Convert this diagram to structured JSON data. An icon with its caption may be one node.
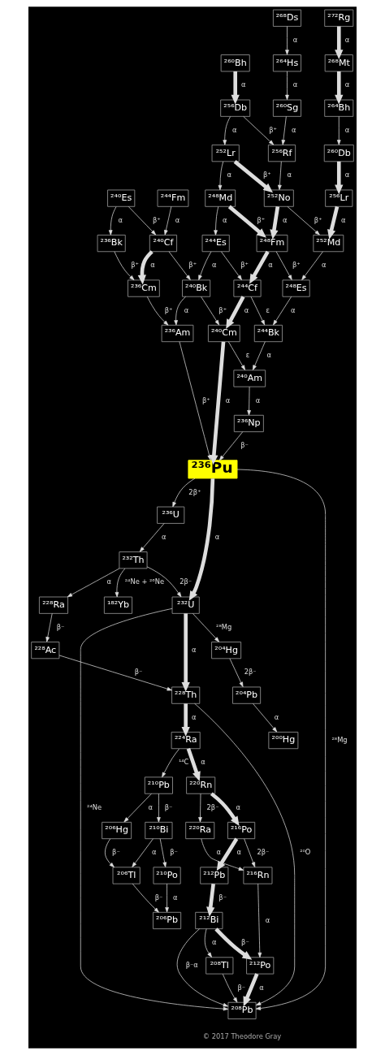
{
  "diagram": {
    "nodes": [
      {
        "text": [
          "²⁶⁸Ds"
        ]
      },
      {
        "text": [
          "²⁷²Rg"
        ]
      },
      {
        "text": [
          "²⁶⁰Bh"
        ]
      },
      {
        "text": [
          "²⁶⁴Hs"
        ]
      },
      {
        "text": [
          "²⁶⁸Mt"
        ]
      },
      {
        "text": [
          "²⁵⁶Db"
        ]
      },
      {
        "text": [
          "²⁶⁰Sg"
        ]
      },
      {
        "text": [
          "²⁶⁴Bh"
        ]
      },
      {
        "text": [
          "²⁵²Lr"
        ]
      },
      {
        "text": [
          "²⁵⁶Rf"
        ]
      },
      {
        "text": [
          "²⁶⁰Db"
        ]
      },
      {
        "text": [
          "²⁴⁰Es"
        ]
      },
      {
        "text": [
          "²⁴⁴Fm"
        ]
      },
      {
        "text": [
          "²⁴⁸Md"
        ]
      },
      {
        "text": [
          "²⁵²No"
        ]
      },
      {
        "text": [
          "²⁵⁶Lr"
        ]
      },
      {
        "text": [
          "²³⁶Bk"
        ]
      },
      {
        "text": [
          "²⁴⁰Cf"
        ]
      },
      {
        "text": [
          "²⁴⁴Es"
        ]
      },
      {
        "text": [
          "²⁴⁸Fm"
        ]
      },
      {
        "text": [
          "²⁵²Md"
        ]
      },
      {
        "text": [
          "²³⁶Cm"
        ]
      },
      {
        "text": [
          "²⁴⁰Bk"
        ]
      },
      {
        "text": [
          "²⁴⁴Cf"
        ]
      },
      {
        "text": [
          "²⁴⁸Es"
        ]
      },
      {
        "text": [
          "²³⁶Am"
        ]
      },
      {
        "text": [
          "²⁴⁰Cm"
        ]
      },
      {
        "text": [
          "²⁴⁴Bk"
        ]
      },
      {
        "text": [
          "²⁴⁰Am"
        ]
      },
      {
        "text": [
          "²³⁶Np"
        ]
      },
      {
        "text": [
          "²³⁶Pu"
        ]
      },
      {
        "text": [
          "²³⁶U"
        ]
      },
      {
        "text": [
          "²³²Th"
        ]
      },
      {
        "text": [
          "¹⁸²Yb"
        ]
      },
      {
        "text": [
          "²²⁸Ra"
        ]
      },
      {
        "text": [
          "²³²U"
        ]
      },
      {
        "text": [
          "²²⁸Ac"
        ]
      },
      {
        "text": [
          "²⁰⁴Hg"
        ]
      },
      {
        "text": [
          "²⁰⁴Pb"
        ]
      },
      {
        "text": [
          "²²⁸Th"
        ]
      },
      {
        "text": [
          "²⁰⁰Hg"
        ]
      },
      {
        "text": [
          "²²⁴Ra"
        ]
      },
      {
        "text": [
          "²¹⁰Pb"
        ]
      },
      {
        "text": [
          "²²⁰Rn"
        ]
      },
      {
        "text": [
          "²¹⁰Bi"
        ]
      },
      {
        "text": [
          "²⁰⁶Hg"
        ]
      },
      {
        "text": [
          "²²⁰Ra"
        ]
      },
      {
        "text": [
          "²¹⁶Po"
        ]
      },
      {
        "text": [
          "²¹⁰Po"
        ]
      },
      {
        "text": [
          "²⁰⁶Tl"
        ]
      },
      {
        "text": [
          "²¹⁶Rn"
        ]
      },
      {
        "text": [
          "²¹²Pb"
        ]
      },
      {
        "text": [
          "²⁰⁶Pb"
        ]
      },
      {
        "text": [
          "²¹²Bi"
        ]
      },
      {
        "text": [
          "²¹²Po"
        ]
      },
      {
        "text": [
          "²⁰⁸Tl"
        ]
      },
      {
        "text": [
          "²⁰⁸Pb"
        ]
      }
    ],
    "edges": [
      {
        "from": 0,
        "to": 3,
        "arrow": "to",
        "label": "α"
      },
      {
        "from": 1,
        "to": 4,
        "arrow": "to",
        "label": "α",
        "style": "thick"
      },
      {
        "from": 2,
        "to": 5,
        "arrow": "to",
        "label": "α",
        "style": "thick"
      },
      {
        "from": 3,
        "to": 6,
        "arrow": "to",
        "label": "α"
      },
      {
        "from": 4,
        "to": 7,
        "arrow": "to",
        "label": "α",
        "style": "thick"
      },
      {
        "from": 5,
        "to": 8,
        "arrow": "to",
        "label": "α"
      },
      {
        "from": 5,
        "to": 9,
        "arrow": "to",
        "label": "β⁺"
      },
      {
        "from": 6,
        "to": 9,
        "arrow": "to",
        "label": "α"
      },
      {
        "from": 7,
        "to": 10,
        "arrow": "to",
        "label": "α"
      },
      {
        "from": 8,
        "to": 13,
        "arrow": "to",
        "label": "α"
      },
      {
        "from": 8,
        "to": 14,
        "arrow": "to",
        "label": "β⁺",
        "style": "thick"
      },
      {
        "from": 9,
        "to": 14,
        "arrow": "to",
        "label": "α"
      },
      {
        "from": 10,
        "to": 15,
        "arrow": "to",
        "label": "α",
        "style": "thick"
      },
      {
        "from": 11,
        "to": 16,
        "arrow": "to",
        "label": "α"
      },
      {
        "from": 11,
        "to": 17,
        "arrow": "to",
        "label": "β⁺"
      },
      {
        "from": 12,
        "to": 17,
        "arrow": "to",
        "label": "α"
      },
      {
        "from": 13,
        "to": 18,
        "arrow": "to",
        "label": "α"
      },
      {
        "from": 13,
        "to": 19,
        "arrow": "to",
        "label": "β⁺",
        "style": "thick"
      },
      {
        "from": 14,
        "to": 19,
        "arrow": "to",
        "label": "α",
        "style": "thick"
      },
      {
        "from": 14,
        "to": 20,
        "arrow": "to",
        "label": "β⁺"
      },
      {
        "from": 15,
        "to": 20,
        "arrow": "to",
        "label": "α",
        "style": "thick"
      },
      {
        "from": 16,
        "to": 21,
        "arrow": "to",
        "label": "β⁺"
      },
      {
        "from": 17,
        "to": 21,
        "arrow": "to",
        "label": "α",
        "style": "thick"
      },
      {
        "from": 17,
        "to": 22,
        "arrow": "to",
        "label": "β⁺"
      },
      {
        "from": 18,
        "to": 22,
        "arrow": "to",
        "label": "α"
      },
      {
        "from": 18,
        "to": 23,
        "arrow": "to",
        "label": "β⁺"
      },
      {
        "from": 19,
        "to": 23,
        "arrow": "to",
        "label": "α",
        "style": "thick"
      },
      {
        "from": 19,
        "to": 24,
        "arrow": "to",
        "label": "β⁺"
      },
      {
        "from": 20,
        "to": 24,
        "arrow": "to",
        "label": "α"
      },
      {
        "from": 21,
        "to": 25,
        "arrow": "to",
        "label": "β⁺"
      },
      {
        "from": 22,
        "to": 25,
        "arrow": "to",
        "label": "α"
      },
      {
        "from": 22,
        "to": 26,
        "arrow": "to",
        "label": "β⁺"
      },
      {
        "from": 23,
        "to": 26,
        "arrow": "to",
        "label": "α",
        "style": "thick"
      },
      {
        "from": 23,
        "to": 27,
        "arrow": "to",
        "label": "ε"
      },
      {
        "from": 24,
        "to": 27,
        "arrow": "to",
        "label": "α"
      },
      {
        "from": 25,
        "to": 30,
        "arrow": "to",
        "label": "β⁺"
      },
      {
        "from": 26,
        "to": 30,
        "arrow": "to",
        "label": "α",
        "style": "thick"
      },
      {
        "from": 26,
        "to": 28,
        "arrow": "to",
        "label": "ε"
      },
      {
        "from": 27,
        "to": 28,
        "arrow": "to",
        "label": "α"
      },
      {
        "from": 28,
        "to": 29,
        "arrow": "to",
        "label": "α"
      },
      {
        "from": 29,
        "to": 30,
        "arrow": "to",
        "label": "β⁻"
      },
      {
        "from": 30,
        "to": 31,
        "arrow": "to",
        "label": "2β⁺"
      },
      {
        "from": 30,
        "to": 35,
        "arrow": "to",
        "label": "α",
        "style": "thick"
      },
      {
        "from": 30,
        "to": 56,
        "arrow": "to",
        "label": "²⁸Mg"
      },
      {
        "from": 31,
        "to": 32,
        "arrow": "to",
        "label": "α"
      },
      {
        "from": 32,
        "to": 33,
        "arrow": "to",
        "label": "²⁴Ne + ²⁶Ne"
      },
      {
        "from": 32,
        "to": 34,
        "arrow": "to",
        "label": "α"
      },
      {
        "from": 32,
        "to": 35,
        "arrow": "to",
        "label": "2β⁻"
      },
      {
        "from": 34,
        "to": 36,
        "arrow": "to",
        "label": "β⁻"
      },
      {
        "from": 35,
        "to": 37,
        "arrow": "to",
        "label": "²⁸Mg"
      },
      {
        "from": 35,
        "to": 39,
        "arrow": "to",
        "label": "α",
        "style": "thick"
      },
      {
        "from": 35,
        "to": 56,
        "arrow": "to",
        "label": "²⁴Ne"
      },
      {
        "from": 36,
        "to": 39,
        "arrow": "to",
        "label": "β⁻"
      },
      {
        "from": 37,
        "to": 38,
        "arrow": "to",
        "label": "2β⁻"
      },
      {
        "from": 38,
        "to": 40,
        "arrow": "to",
        "label": "α"
      },
      {
        "from": 39,
        "to": 41,
        "arrow": "to",
        "label": "α",
        "style": "thick"
      },
      {
        "from": 39,
        "to": 56,
        "arrow": "to",
        "label": "²⁰O"
      },
      {
        "from": 41,
        "to": 42,
        "arrow": "to",
        "label": "¹⁴C"
      },
      {
        "from": 41,
        "to": 43,
        "arrow": "to",
        "label": "α",
        "style": "thick"
      },
      {
        "from": 42,
        "to": 44,
        "arrow": "to",
        "label": "β⁻"
      },
      {
        "from": 42,
        "to": 45,
        "arrow": "to",
        "label": "α"
      },
      {
        "from": 43,
        "to": 46,
        "arrow": "to",
        "label": "2β⁻"
      },
      {
        "from": 43,
        "to": 47,
        "arrow": "to",
        "label": "α",
        "style": "thick"
      },
      {
        "from": 44,
        "to": 48,
        "arrow": "to",
        "label": "β⁻"
      },
      {
        "from": 44,
        "to": 49,
        "arrow": "to",
        "label": "α"
      },
      {
        "from": 45,
        "to": 49,
        "arrow": "to",
        "label": "β⁻"
      },
      {
        "from": 46,
        "to": 50,
        "arrow": "to",
        "label": "α"
      },
      {
        "from": 47,
        "to": 50,
        "arrow": "to",
        "label": "2β⁻"
      },
      {
        "from": 47,
        "to": 51,
        "arrow": "to",
        "label": "α",
        "style": "thick"
      },
      {
        "from": 48,
        "to": 52,
        "arrow": "to",
        "label": "α"
      },
      {
        "from": 49,
        "to": 52,
        "arrow": "to",
        "label": "β⁻"
      },
      {
        "from": 50,
        "to": 54,
        "arrow": "to",
        "label": "α"
      },
      {
        "from": 51,
        "to": 53,
        "arrow": "to",
        "label": "β⁻",
        "style": "thick"
      },
      {
        "from": 53,
        "to": 54,
        "arrow": "to",
        "label": "β⁻",
        "style": "thick"
      },
      {
        "from": 53,
        "to": 55,
        "arrow": "to",
        "label": "α"
      },
      {
        "from": 53,
        "to": 56,
        "arrow": "to",
        "label": "β⁻α"
      },
      {
        "from": 54,
        "to": 56,
        "arrow": "to",
        "label": "α",
        "style": "thick"
      },
      {
        "from": 55,
        "to": 56,
        "arrow": "to",
        "label": "β⁻"
      }
    ],
    "labels": [
      "© 2017 Theodore Gray"
    ]
  }
}
